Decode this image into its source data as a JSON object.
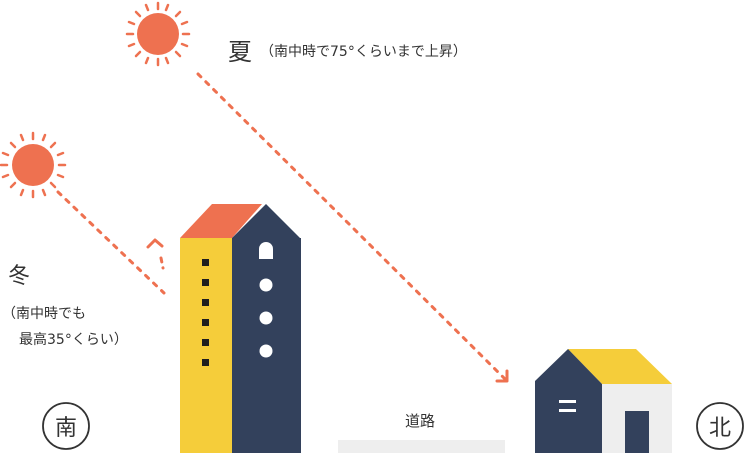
{
  "labels": {
    "summer_heading": "夏",
    "summer_note": "（南中時で75°くらいまで上昇）",
    "winter_heading": "冬",
    "winter_note_line1": "（南中時でも",
    "winter_note_line2": "最高35°くらい）",
    "road": "道路",
    "south": "南",
    "north": "北"
  },
  "colors": {
    "sun": "#ee7150",
    "sun_ray": "#ee7150",
    "ray_path": "#ee7150",
    "tall_building_left": "#f5cd3a",
    "tall_building_right": "#33415c",
    "tall_roof_left": "#ee7150",
    "tall_roof_right": "#33415c",
    "house_front": "#33415c",
    "house_side": "#eeeeee",
    "house_roof": "#f5cd3a",
    "window_dark": "#1e1e1e",
    "window_light": "#ffffff",
    "road": "#eeeeee",
    "compass_stroke": "#333333",
    "text": "#333333"
  },
  "icons": {
    "summer_sun": "sun-icon",
    "winter_sun": "sun-icon",
    "south_badge": "compass-south-badge",
    "north_badge": "compass-north-badge"
  }
}
